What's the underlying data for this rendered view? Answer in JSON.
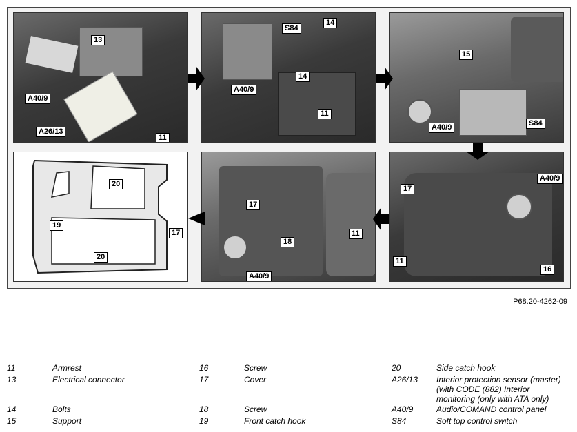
{
  "figure_ref": "P68.20-4262-09",
  "panels": {
    "p1": {
      "callouts": [
        "13",
        "A40/9",
        "A26/13",
        "11"
      ]
    },
    "p2": {
      "callouts": [
        "S84",
        "14",
        "14",
        "A40/9",
        "11"
      ]
    },
    "p3": {
      "callouts": [
        "15",
        "A40/9",
        "S84"
      ]
    },
    "p4": {
      "callouts": [
        "20",
        "19",
        "17",
        "20"
      ]
    },
    "p5": {
      "callouts": [
        "17",
        "11",
        "18",
        "A40/9"
      ]
    },
    "p6": {
      "callouts": [
        "17",
        "A40/9",
        "11",
        "16"
      ]
    }
  },
  "legend": [
    {
      "num": "11",
      "text": "Armrest"
    },
    {
      "num": "13",
      "text": "Electrical connector"
    },
    {
      "num": "14",
      "text": "Bolts"
    },
    {
      "num": "15",
      "text": "Support"
    },
    {
      "num": "16",
      "text": "Screw"
    },
    {
      "num": "17",
      "text": "Cover"
    },
    {
      "num": "18",
      "text": "Screw"
    },
    {
      "num": "19",
      "text": "Front catch hook"
    },
    {
      "num": "20",
      "text": "Side catch hook"
    },
    {
      "num": "A26/13",
      "text": "Interior protection sensor (master) (with CODE (882) Interior monitoring (only with ATA only)"
    },
    {
      "num": "A40/9",
      "text": "Audio/COMAND control panel"
    },
    {
      "num": "S84",
      "text": "Soft top control switch"
    }
  ]
}
